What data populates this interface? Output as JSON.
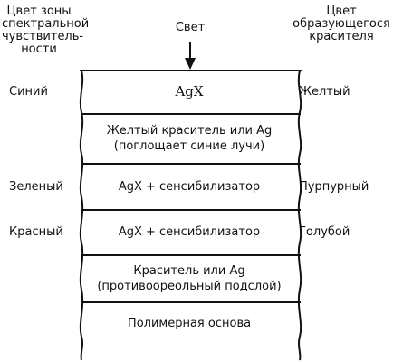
{
  "headers": {
    "left": "Цвет зоны\nспектральной\nчувствитель-\nности",
    "center": "Свет",
    "right": "Цвет\nобразующегося\nкрасителя"
  },
  "layers": [
    {
      "text": "AgX",
      "left_label": "Синий",
      "right_label": "Желтый"
    },
    {
      "text": "Желтый краситель или Ag\n(поглощает синие лучи)",
      "left_label": "",
      "right_label": ""
    },
    {
      "text": "AgX + сенсибилизатор",
      "left_label": "Зеленый",
      "right_label": "Пурпурный"
    },
    {
      "text": "AgX + сенсибилизатор",
      "left_label": "Красный",
      "right_label": "Голубой"
    },
    {
      "text": "Краситель или Ag\n(противоореольный подслой)",
      "left_label": "",
      "right_label": ""
    },
    {
      "text": "Полимерная основа",
      "left_label": "",
      "right_label": ""
    }
  ],
  "colors": {
    "ink": "#111111",
    "background": "#ffffff"
  }
}
